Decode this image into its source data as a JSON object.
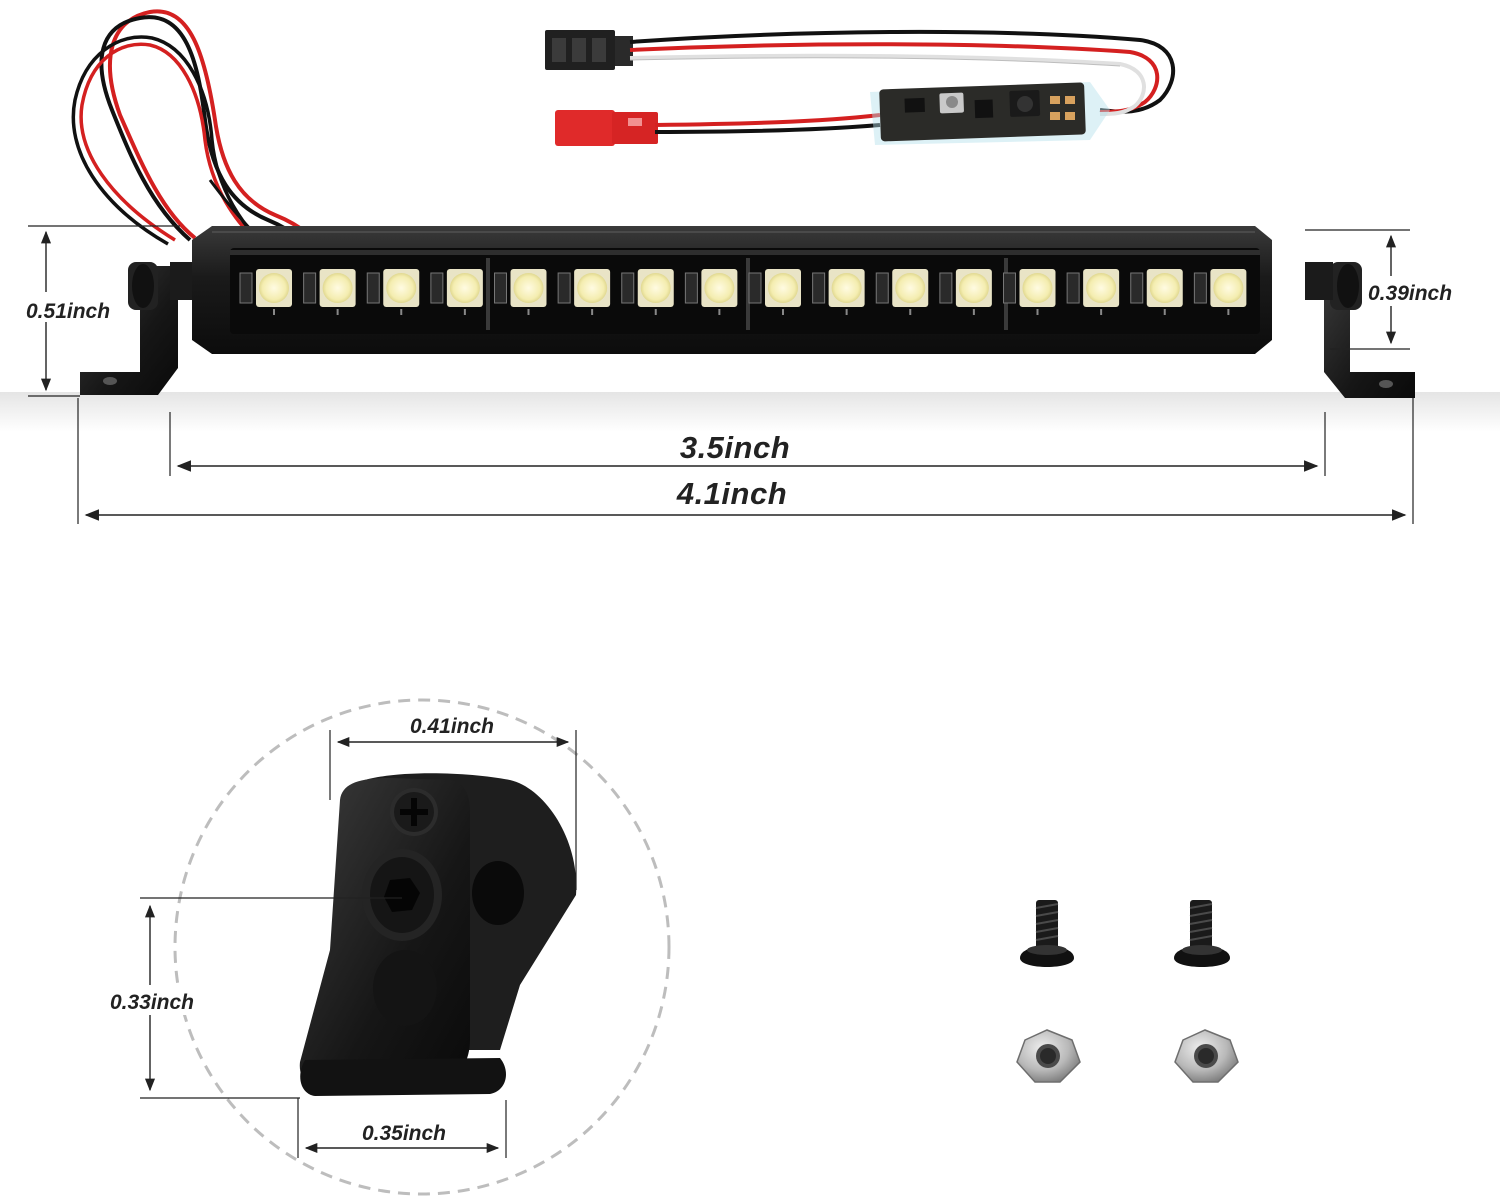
{
  "dimensions": {
    "bar_height": "0.51inch",
    "lens_height": "0.39inch",
    "inner_length": "3.5inch",
    "overall_length": "4.1inch",
    "bracket_width": "0.41inch",
    "hole_height": "0.33inch",
    "base_width": "0.35inch"
  },
  "components": {
    "led_count": 16,
    "led_groups": 4,
    "leds_per_group": 4,
    "screws": 2,
    "nuts": 2
  },
  "colors": {
    "housing": "#1a1a1a",
    "led": "#f4edb0",
    "wire_red": "#d42020",
    "wire_black": "#111111",
    "wire_white": "#e8e8e8",
    "connector_red": "#e02a2a",
    "pcb": "#2b2b28",
    "nut": "#b9b9b9",
    "dim_line": "#222222",
    "detail_circle": "#bdbdbd"
  }
}
